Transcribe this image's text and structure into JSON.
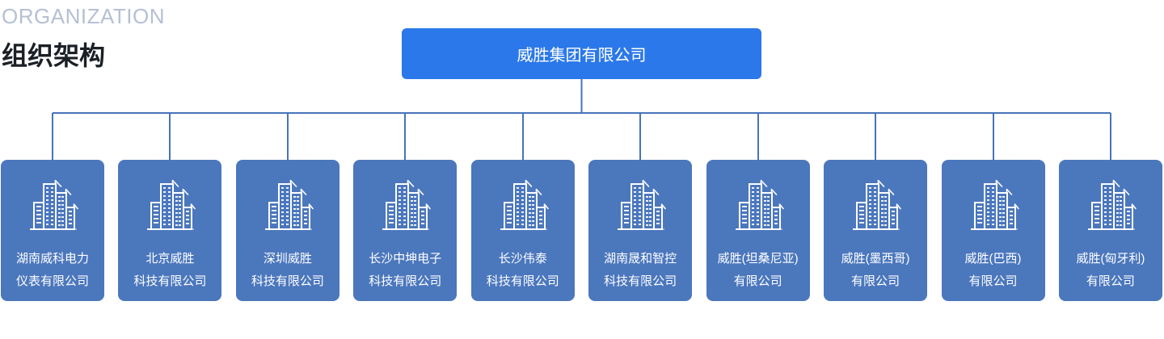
{
  "header": {
    "eyebrow": "ORGANIZATION",
    "title": "组织架构"
  },
  "org": {
    "root": {
      "label": "威胜集团有限公司"
    },
    "children": [
      {
        "line1": "湖南威科电力",
        "line2": "仪表有限公司"
      },
      {
        "line1": "北京威胜",
        "line2": "科技有限公司"
      },
      {
        "line1": "深圳威胜",
        "line2": "科技有限公司"
      },
      {
        "line1": "长沙中坤电子",
        "line2": "科技有限公司"
      },
      {
        "line1": "长沙伟泰",
        "line2": "科技有限公司"
      },
      {
        "line1": "湖南晟和智控",
        "line2": "科技有限公司"
      },
      {
        "line1": "威胜(坦桑尼亚)",
        "line2": "有限公司"
      },
      {
        "line1": "威胜(墨西哥)",
        "line2": "有限公司"
      },
      {
        "line1": "威胜(巴西)",
        "line2": "有限公司"
      },
      {
        "line1": "威胜(匈牙利)",
        "line2": "有限公司"
      }
    ],
    "icon": "building-icon",
    "colors": {
      "root_bg": "#2b78ea",
      "child_bg": "#4b77bd",
      "line": "#4674b8",
      "eyebrow_text": "#b5c0d4",
      "title_text": "#1b1f26",
      "node_text": "#ffffff"
    }
  }
}
